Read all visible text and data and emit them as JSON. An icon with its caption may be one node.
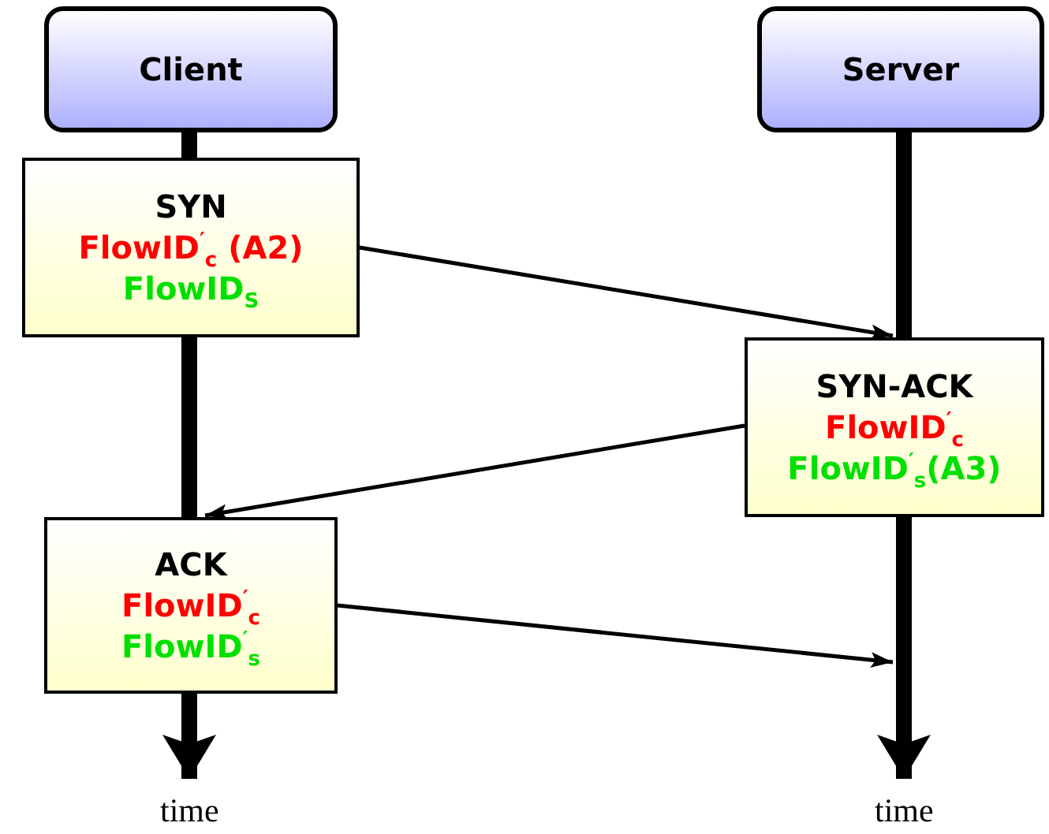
{
  "diagram": {
    "nodes": [
      {
        "text": [
          "Client"
        ]
      },
      {
        "text": [
          "Server"
        ]
      },
      {
        "text": [
          "SYN",
          "FlowID$^{′}$$_{c}$ (A2)",
          "FlowID$_{S}$"
        ]
      },
      {
        "text": [
          "SYN-ACK",
          "FlowID$^{′}$$_{c}$",
          "FlowID$^{′}$$_{s}$(A3)"
        ]
      },
      {
        "text": [
          "ACK",
          "FlowID$^{′}$$_{c}$",
          "FlowID$^{′}$$_{s}$"
        ]
      }
    ],
    "edges": [
      {
        "from": 2,
        "to": 3,
        "arrow": "to"
      },
      {
        "from": 3,
        "to": 4,
        "arrow": "to"
      },
      {
        "from": 4,
        "to": null,
        "arrow": "to"
      }
    ],
    "labels": [
      "time",
      "time"
    ]
  }
}
